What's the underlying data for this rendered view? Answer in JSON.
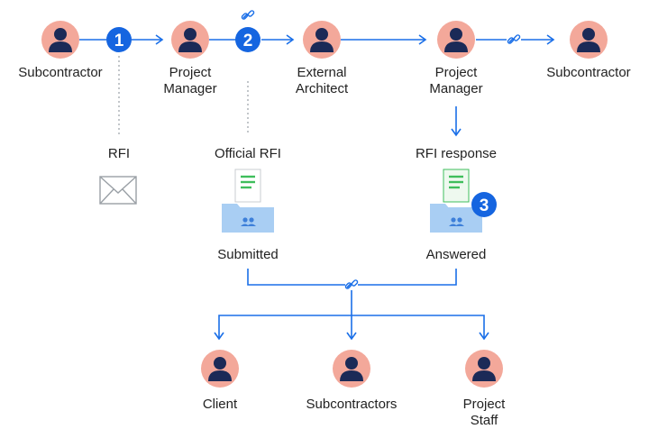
{
  "colors": {
    "blue": "#1a6fe8",
    "avatar_bg": "#f3a89a",
    "avatar_fg": "#1b2a57",
    "badge": "#1565e0",
    "folder": "#a9cef3",
    "folder_tab": "#8fbdee",
    "doc_green": "#3fbe5c"
  },
  "flow": {
    "top_row": [
      {
        "label": "Subcontractor"
      },
      {
        "label": "Project\nManager"
      },
      {
        "label": "External\nArchitect"
      },
      {
        "label": "Project\nManager"
      },
      {
        "label": "Subcontractor"
      }
    ],
    "steps": [
      "1",
      "2",
      "3"
    ]
  },
  "items": {
    "rfi": {
      "label": "RFI",
      "icon": "envelope-icon"
    },
    "official_rfi": {
      "label": "Official RFI",
      "status": "Submitted",
      "icon": "folder-document-icon"
    },
    "rfi_response": {
      "label": "RFI response",
      "status": "Answered",
      "icon": "folder-document-icon"
    }
  },
  "recipients": [
    {
      "label": "Client"
    },
    {
      "label": "Subcontractors"
    },
    {
      "label": "Project\nStaff"
    }
  ]
}
